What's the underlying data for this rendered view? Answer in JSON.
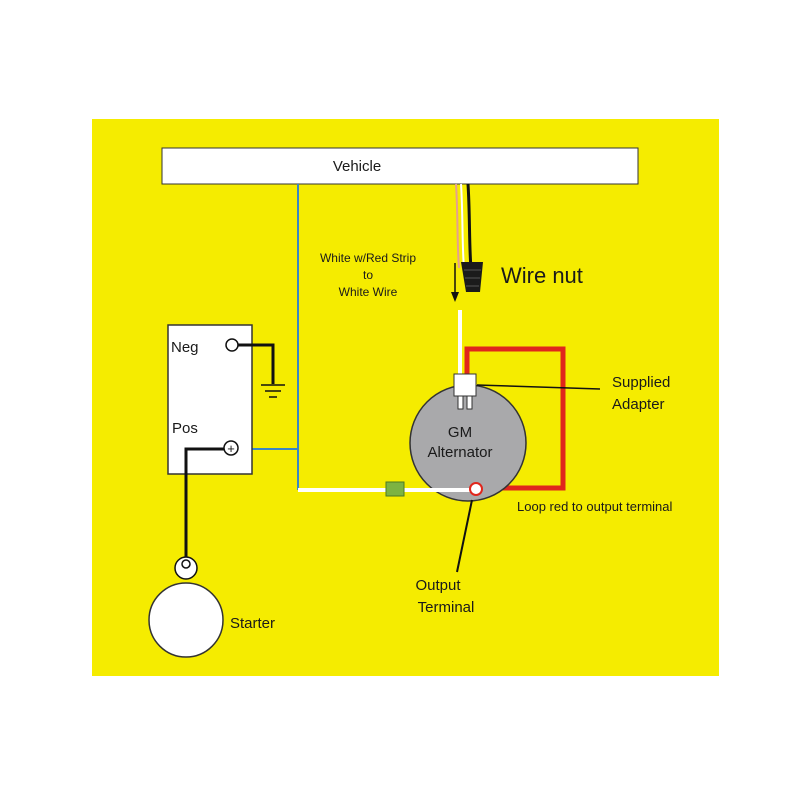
{
  "labels": {
    "vehicle": "Vehicle",
    "wire_strip_line1": "White w/Red Strip",
    "wire_strip_line2": "to",
    "wire_strip_line3": "White Wire",
    "wire_nut": "Wire nut",
    "supplied_line1": "Supplied",
    "supplied_line2": "Adapter",
    "gm_line1": "GM",
    "gm_line2": "Alternator",
    "loop_red": "Loop red to output terminal",
    "output_line1": "Output",
    "output_line2": "Terminal",
    "neg": "Neg",
    "pos": "Pos",
    "starter": "Starter",
    "plus_symbol": "+"
  },
  "colors": {
    "background_panel": "#f5ec00",
    "red_wire": "#e0261c",
    "blue_wire": "#3a86c4",
    "white_wire": "#ffffff",
    "green_connector": "#7cb342",
    "alternator_body": "#a9a9ab",
    "black_wire": "#111111"
  }
}
